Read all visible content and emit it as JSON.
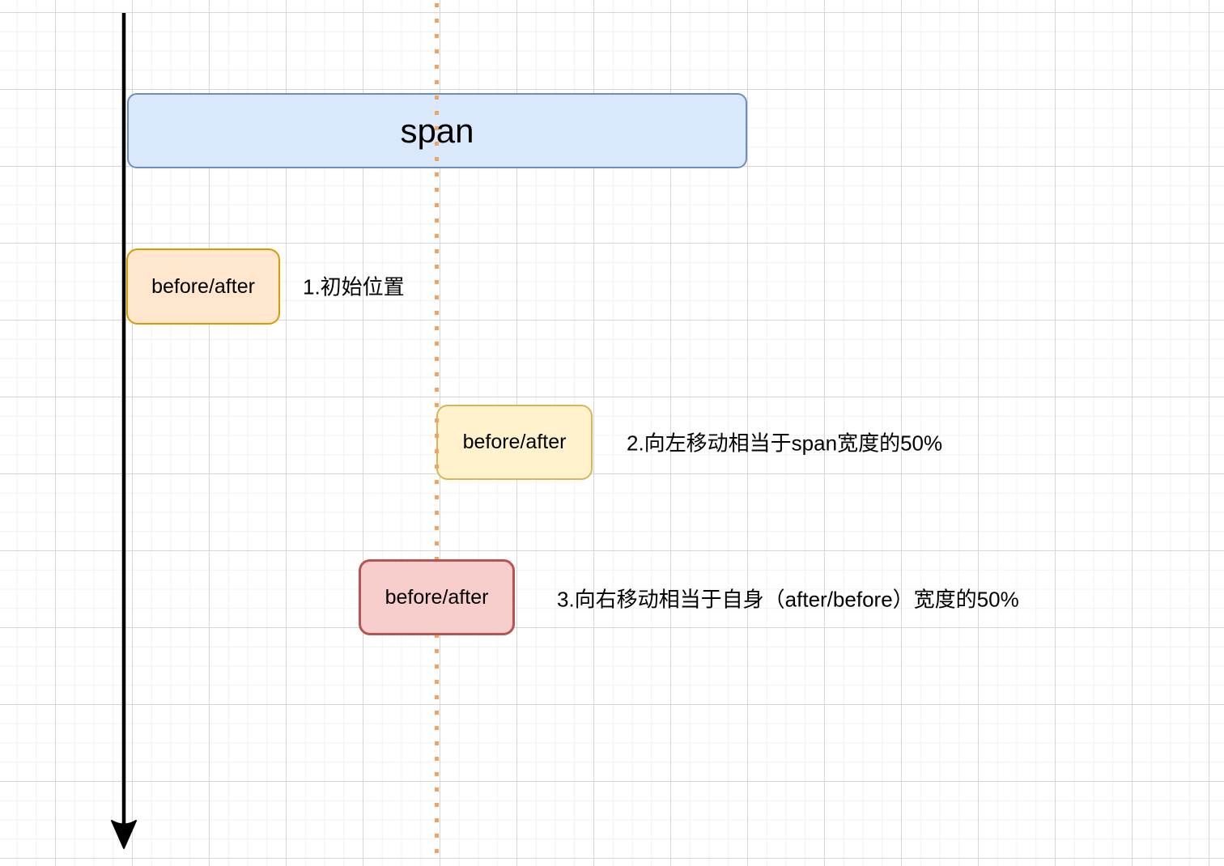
{
  "colors": {
    "grid_minor": "#f1f1f1",
    "grid_major": "#d6d6d6",
    "span_fill": "#dae8fc",
    "span_stroke": "#6c8ebf",
    "step1_fill": "#ffe6cc",
    "step1_stroke": "#d79b00",
    "step2_fill": "#fff2cc",
    "step2_stroke": "#d6b656",
    "step3_fill": "#f8cecc",
    "step3_stroke": "#b85450",
    "guide_dot": "#f3a25f",
    "arrow": "#000000"
  },
  "diagram": {
    "span_box_label": "span",
    "steps": [
      {
        "box_label": "before/after",
        "note": "1.初始位置"
      },
      {
        "box_label": "before/after",
        "note": "2.向左移动相当于span宽度的50%"
      },
      {
        "box_label": "before/after",
        "note": "3.向右移动相当于自身（after/before）宽度的50%"
      }
    ]
  }
}
